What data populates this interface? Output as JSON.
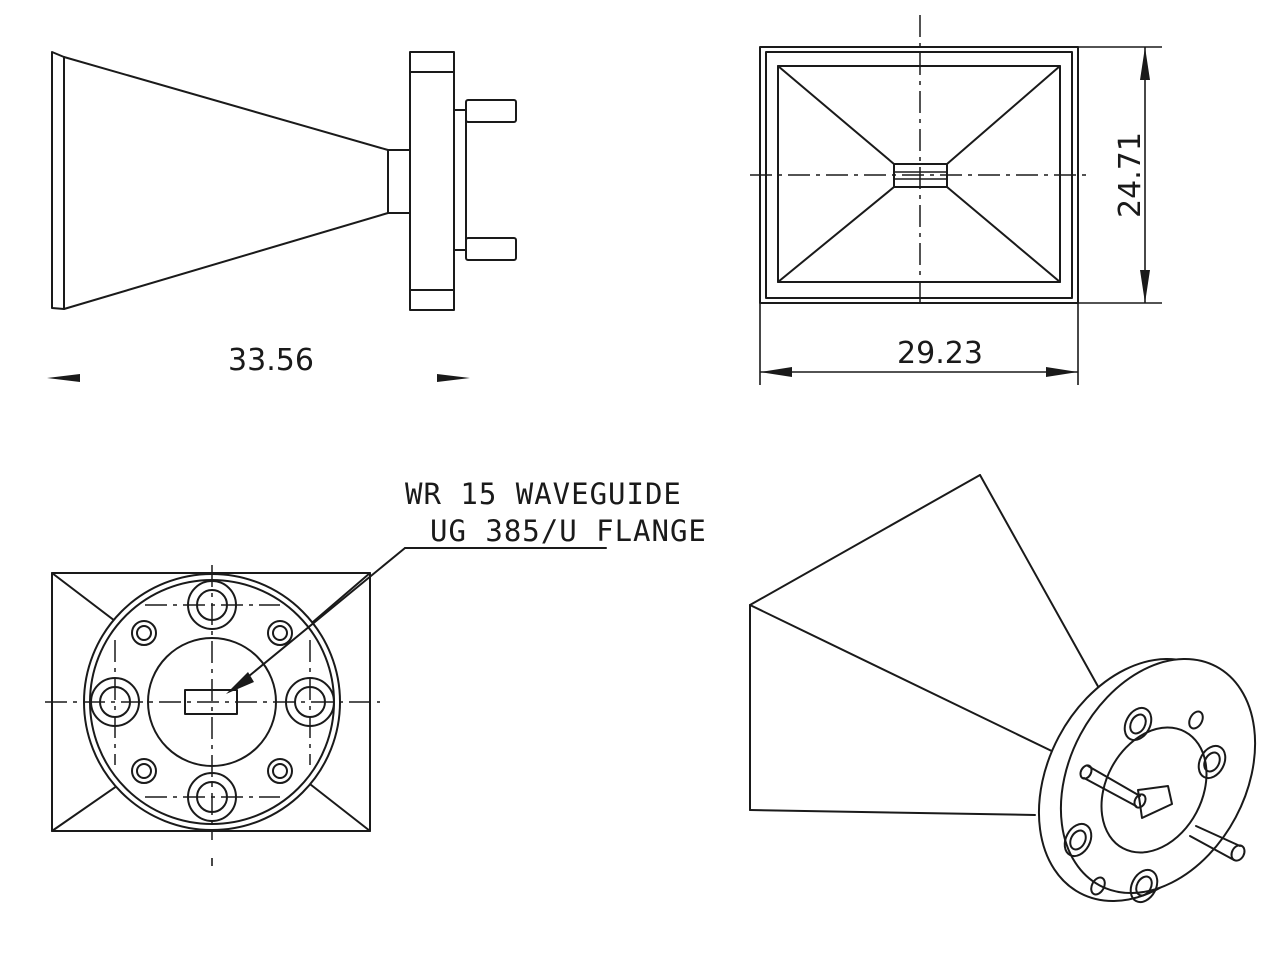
{
  "side_view": {
    "length_dimension": "33.56"
  },
  "front_view": {
    "height_dimension": "24.71",
    "width_dimension": "29.23"
  },
  "flange_view": {
    "callout_line1": "WR 15 WAVEGUIDE",
    "callout_line2": "UG 385/U FLANGE"
  }
}
